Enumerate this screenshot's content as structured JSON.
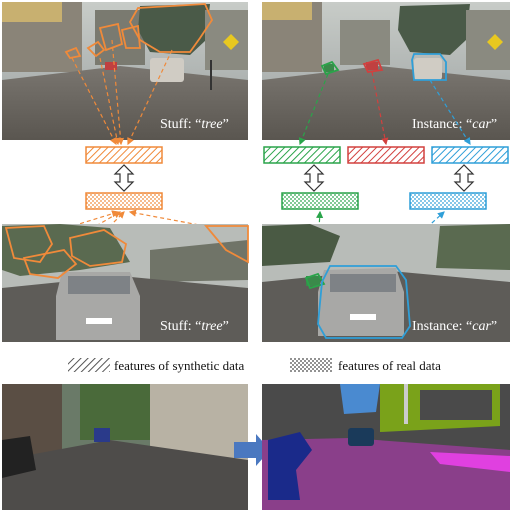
{
  "captions": {
    "synthetic_top": "Stuff: “tree”",
    "real_bottom_left": "Stuff: “tree”",
    "synthetic_top_right": "Instance: “car”",
    "real_bottom_right": "Instance: “car”"
  },
  "caption_parts": {
    "stuff_prefix": "Stuff: “",
    "stuff_word": "tree",
    "instance_prefix": "Instance: “",
    "instance_word": "car",
    "close_quote": "”"
  },
  "legend": {
    "synthetic": "features of synthetic data",
    "real": "features of real data"
  },
  "colors": {
    "stuff_tree": "#f08a3a",
    "instance_green": "#2aa44a",
    "instance_red": "#d2403e",
    "instance_blue": "#2f9fd8",
    "arrow_right": "#4a78c0",
    "seg_road": "#8a3f8a",
    "seg_car": "#1a2a8a",
    "seg_sky": "#4a8ad0",
    "seg_vegetation": "#7aa21a",
    "seg_building": "#4a4a4a",
    "seg_sidewalk": "#e040e0"
  },
  "icons": {
    "double_arrow": "double-headed-vertical-arrow",
    "transfer_arrow": "right-arrow"
  }
}
